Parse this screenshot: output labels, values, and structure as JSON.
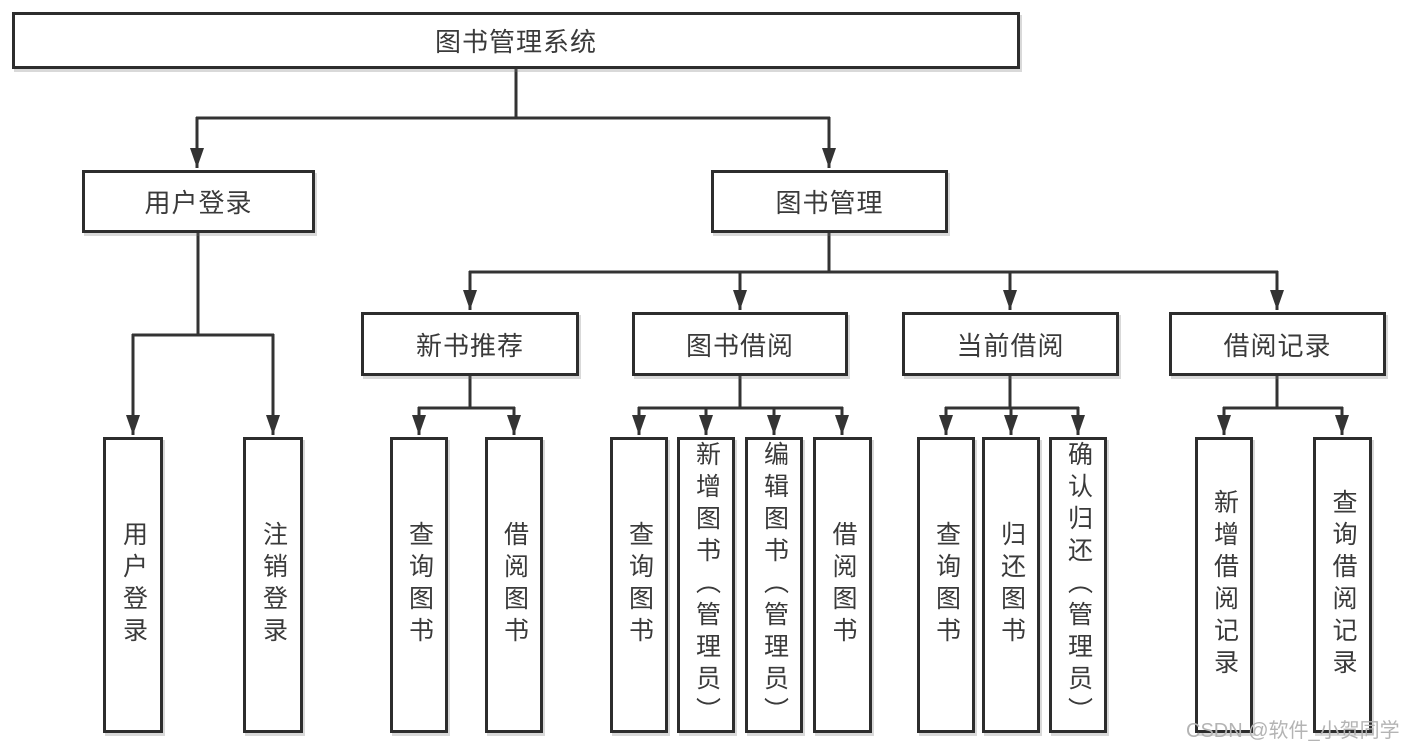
{
  "diagram": {
    "root": {
      "label": "图书管理系统"
    },
    "level2": {
      "user_login": {
        "label": "用户登录"
      },
      "book_management": {
        "label": "图书管理"
      }
    },
    "level3": {
      "new_book_recommend": {
        "label": "新书推荐"
      },
      "book_borrow": {
        "label": "图书借阅"
      },
      "current_borrow": {
        "label": "当前借阅"
      },
      "borrow_records": {
        "label": "借阅记录"
      }
    },
    "leaves": {
      "user_login": [
        "用户登录",
        "注销登录"
      ],
      "new_book_recommend": [
        "查询图书",
        "借阅图书"
      ],
      "book_borrow": [
        "查询图书",
        "新增图书（管理员）",
        "编辑图书（管理员）",
        "借阅图书"
      ],
      "current_borrow": [
        "查询图书",
        "归还图书",
        "确认归还（管理员）"
      ],
      "borrow_records": [
        "新增借阅记录",
        "查询借阅记录"
      ]
    },
    "watermark": "CSDN @软件_小贺同学",
    "colors": {
      "line": "#333333",
      "box_border": "#2d2d2d",
      "text": "#3a3a3a",
      "watermark": "#b4b4b4",
      "background": "#ffffff"
    }
  }
}
